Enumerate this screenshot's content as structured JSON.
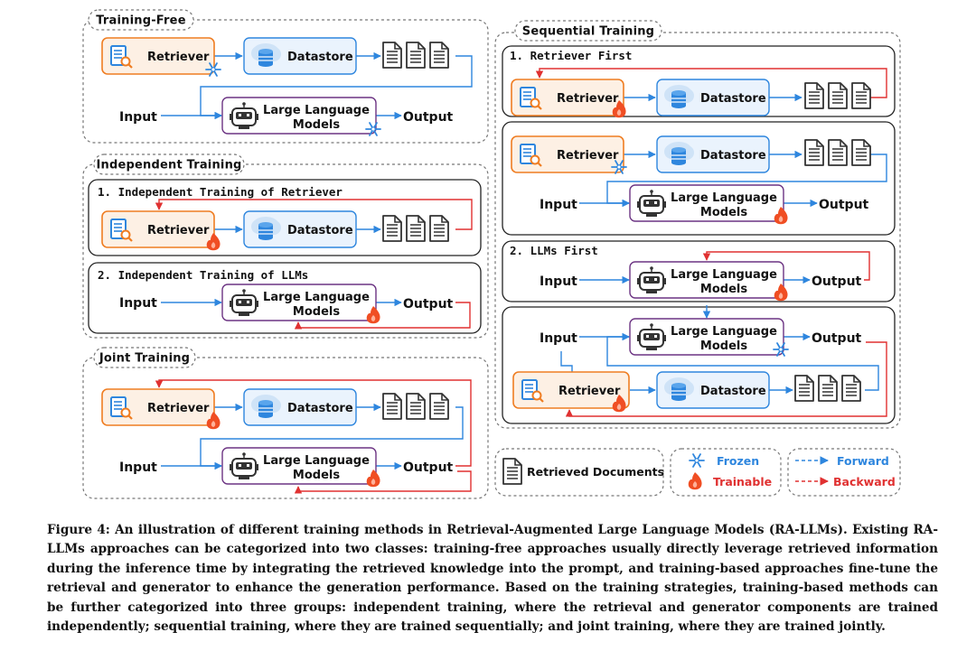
{
  "sections": {
    "training_free": "Training-Free",
    "independent_training": "Independent Training",
    "joint_training": "Joint Training",
    "sequential_training": "Sequential Training"
  },
  "subsections": {
    "indep_retriever": "1. Independent Training of Retriever",
    "indep_llm": "2. Independent Training of LLMs",
    "seq_retriever_first": "1. Retriever First",
    "seq_llms_first": "2. LLMs First"
  },
  "labels": {
    "retriever": "Retriever",
    "datastore": "Datastore",
    "llm_line1": "Large Language",
    "llm_line2": "Models",
    "input": "Input",
    "output": "Output"
  },
  "legend": {
    "retrieved_documents": "Retrieved Documents",
    "frozen": "Frozen",
    "trainable": "Trainable",
    "forward": "Forward",
    "backward": "Backward"
  },
  "colors": {
    "retriever_border": "#ef7d22",
    "retriever_fill": "#fdf0e4",
    "datastore_border": "#2e86de",
    "datastore_fill": "#eaf3fd",
    "llm_border": "#6c3483",
    "forward": "#2e86de",
    "backward": "#e03131",
    "frozen": "#2e86de",
    "trainable": "#e03131",
    "flame": "#f04e23"
  },
  "icons": {
    "retriever": "document-search-icon",
    "datastore": "database-cloud-icon",
    "llm": "robot-icon",
    "documents": "document-stack-icon",
    "frozen": "snowflake-icon",
    "trainable": "flame-icon"
  },
  "caption": "Figure 4: An illustration of different training methods in Retrieval-Augmented Large Language Models (RA-LLMs). Existing RA-LLMs approaches can be categorized into two classes: training-free approaches usually directly leverage retrieved information during the inference time by integrating the retrieved knowledge into the prompt, and training-based approaches fine-tune the retrieval and generator to enhance the generation performance. Based on the training strategies, training-based methods can be further categorized into three groups: independent training, where the retrieval and generator components are trained independently; sequential training, where they are trained sequentially; and joint training, where they are trained jointly."
}
